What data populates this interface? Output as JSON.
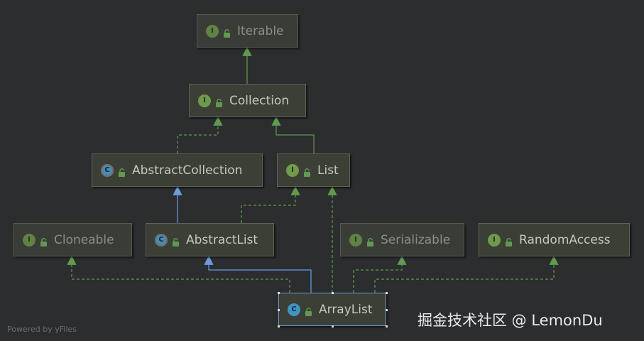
{
  "diagram": {
    "nodes": [
      {
        "id": "iterable",
        "label": "Iterable",
        "kind": "interface",
        "kind_letter": "I"
      },
      {
        "id": "collection",
        "label": "Collection",
        "kind": "interface",
        "kind_letter": "I"
      },
      {
        "id": "abstract_collection",
        "label": "AbstractCollection",
        "kind": "abstract-class",
        "kind_letter": "C"
      },
      {
        "id": "list",
        "label": "List",
        "kind": "interface",
        "kind_letter": "I"
      },
      {
        "id": "cloneable",
        "label": "Cloneable",
        "kind": "interface",
        "kind_letter": "I"
      },
      {
        "id": "abstract_list",
        "label": "AbstractList",
        "kind": "abstract-class",
        "kind_letter": "C"
      },
      {
        "id": "serializable",
        "label": "Serializable",
        "kind": "interface",
        "kind_letter": "I"
      },
      {
        "id": "random_access",
        "label": "RandomAccess",
        "kind": "interface",
        "kind_letter": "I"
      },
      {
        "id": "array_list",
        "label": "ArrayList",
        "kind": "class",
        "kind_letter": "C"
      }
    ],
    "edges": [
      {
        "from": "collection",
        "to": "iterable",
        "type": "extends"
      },
      {
        "from": "abstract_collection",
        "to": "collection",
        "type": "implements"
      },
      {
        "from": "list",
        "to": "collection",
        "type": "extends"
      },
      {
        "from": "abstract_list",
        "to": "abstract_collection",
        "type": "extends-class"
      },
      {
        "from": "abstract_list",
        "to": "list",
        "type": "implements"
      },
      {
        "from": "array_list",
        "to": "list",
        "type": "implements"
      },
      {
        "from": "array_list",
        "to": "abstract_list",
        "type": "extends-class"
      },
      {
        "from": "array_list",
        "to": "cloneable",
        "type": "implements"
      },
      {
        "from": "array_list",
        "to": "serializable",
        "type": "implements"
      },
      {
        "from": "array_list",
        "to": "random_access",
        "type": "implements"
      }
    ],
    "selected_node": "array_list",
    "colors": {
      "background": "#2b2d2f",
      "interface_arrow": "#5f9b4c",
      "class_arrow": "#6b9be0",
      "interface_icon": "#6f9a4a",
      "class_icon": "#3f95c2"
    }
  },
  "footer": {
    "credit": "Powered by yFiles"
  },
  "watermark": {
    "text": "掘金技术社区 @ LemonDu"
  }
}
